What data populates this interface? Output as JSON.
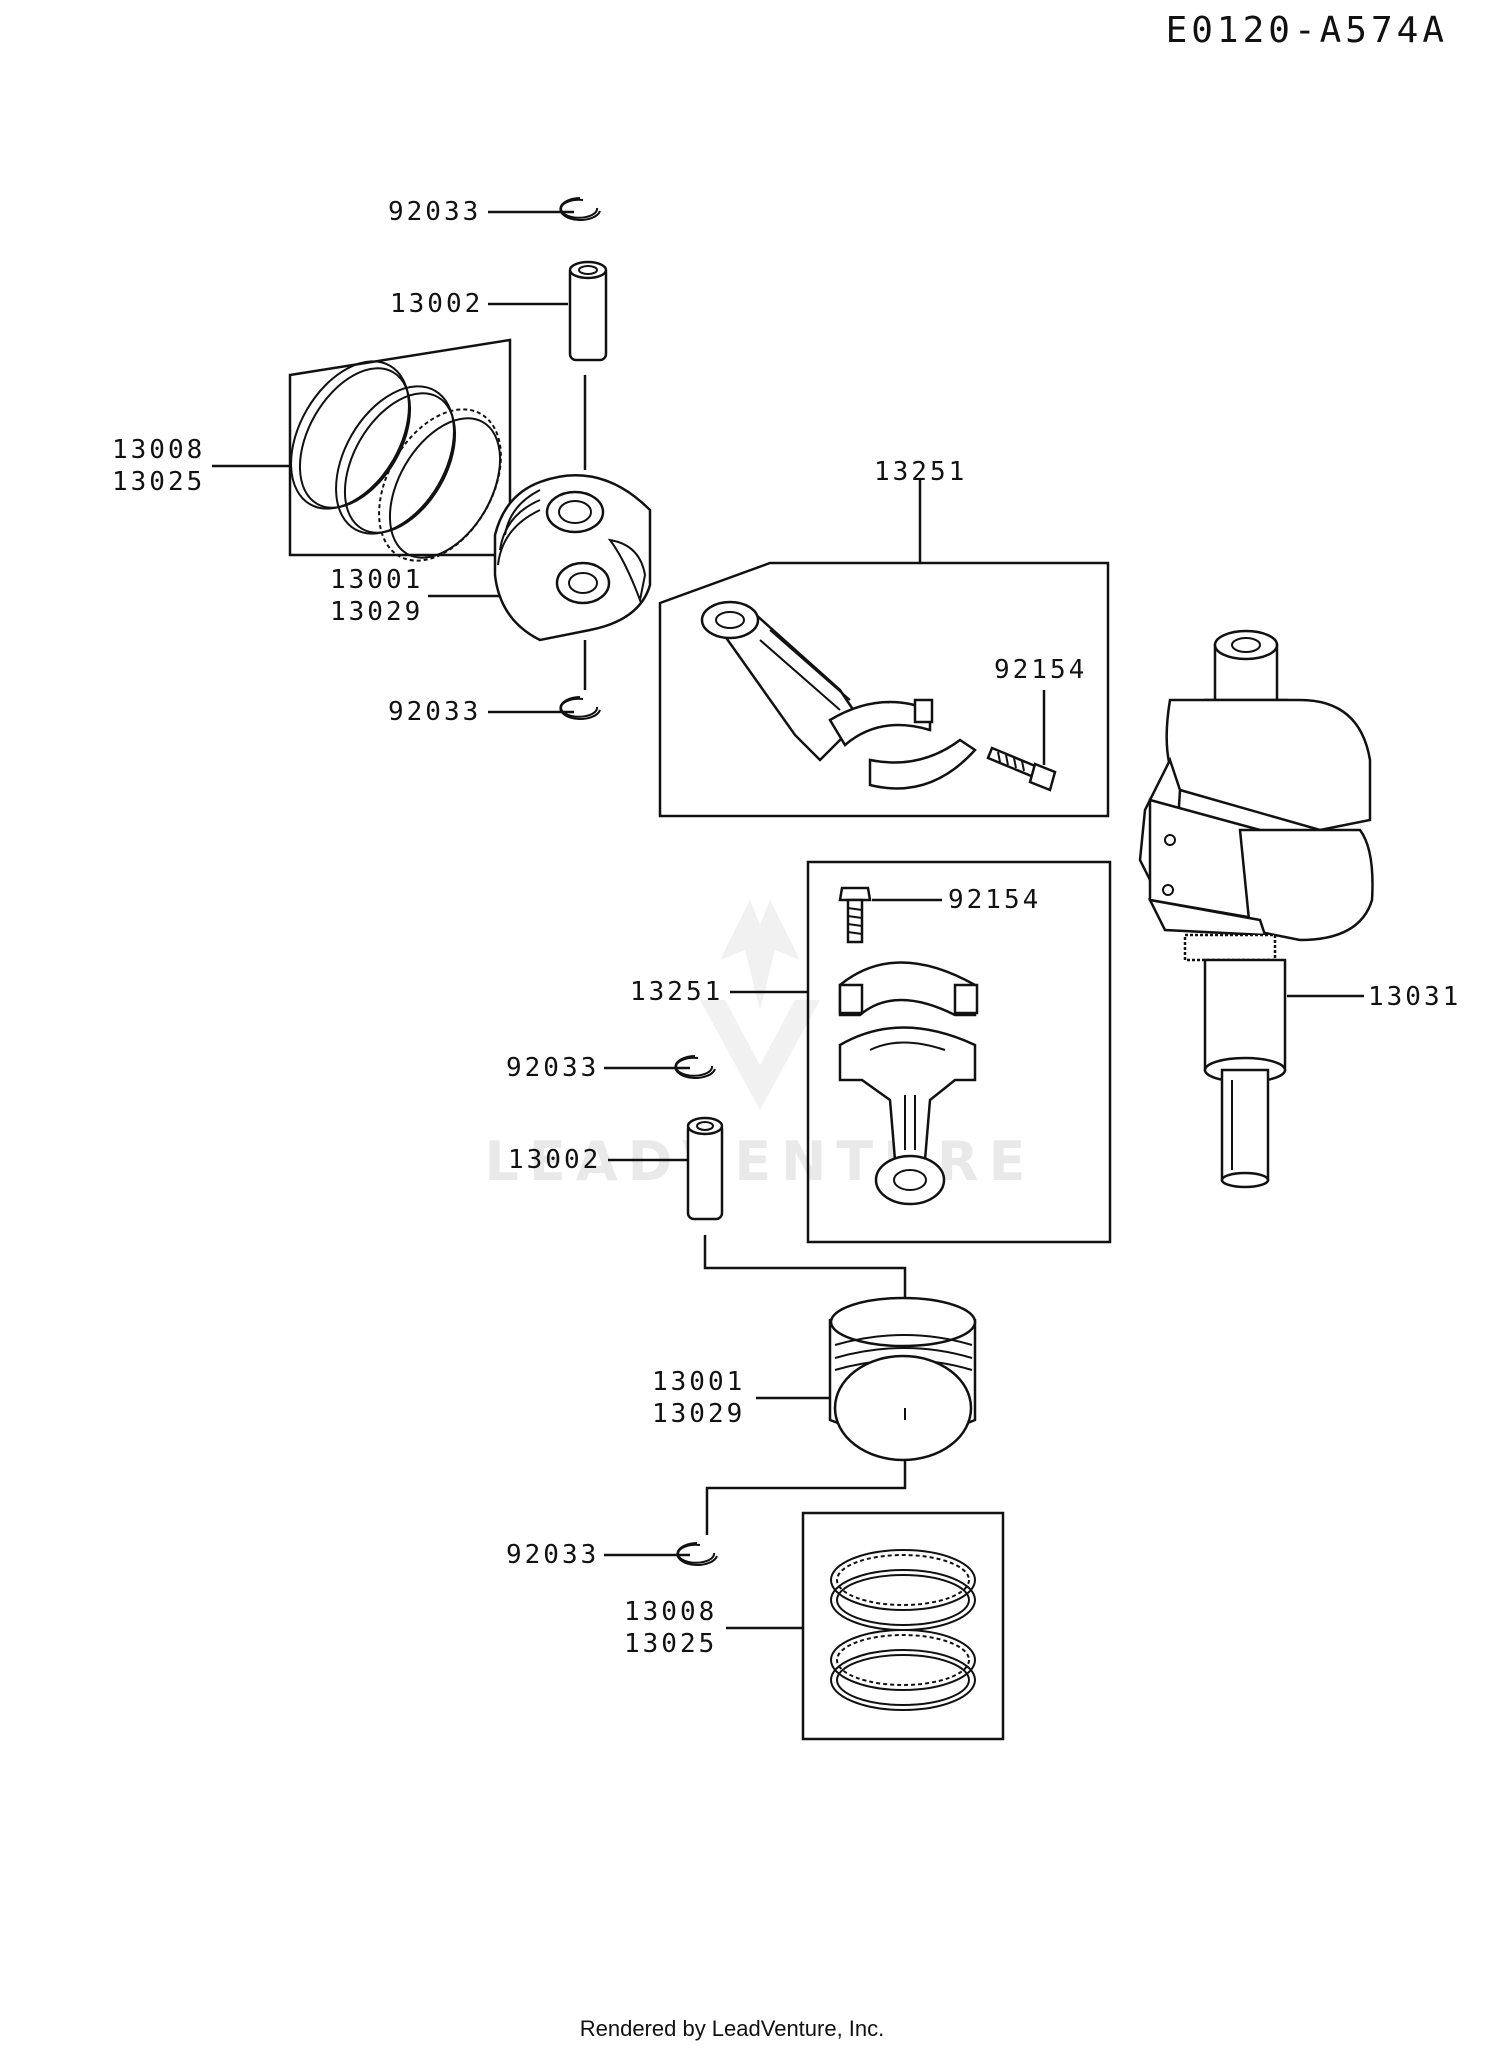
{
  "diagram_id": "E0120-A574A",
  "footer": "Rendered by LeadVenture, Inc.",
  "watermark": "LEADVENTURE",
  "labels": {
    "circlip_top": "92033",
    "pin_top": "13002",
    "rings_top_a": "13008",
    "rings_top_b": "13025",
    "piston_top_a": "13001",
    "piston_top_b": "13029",
    "circlip_top_lower": "92033",
    "rod_top": "13251",
    "rod_bolt_top": "92154",
    "rod_bolt_bottom": "92154",
    "rod_bottom": "13251",
    "circlip_bottom": "92033",
    "pin_bottom": "13002",
    "crankshaft": "13031",
    "piston_bottom_a": "13001",
    "piston_bottom_b": "13029",
    "circlip_bottom_lower": "92033",
    "rings_bottom_a": "13008",
    "rings_bottom_b": "13025"
  }
}
